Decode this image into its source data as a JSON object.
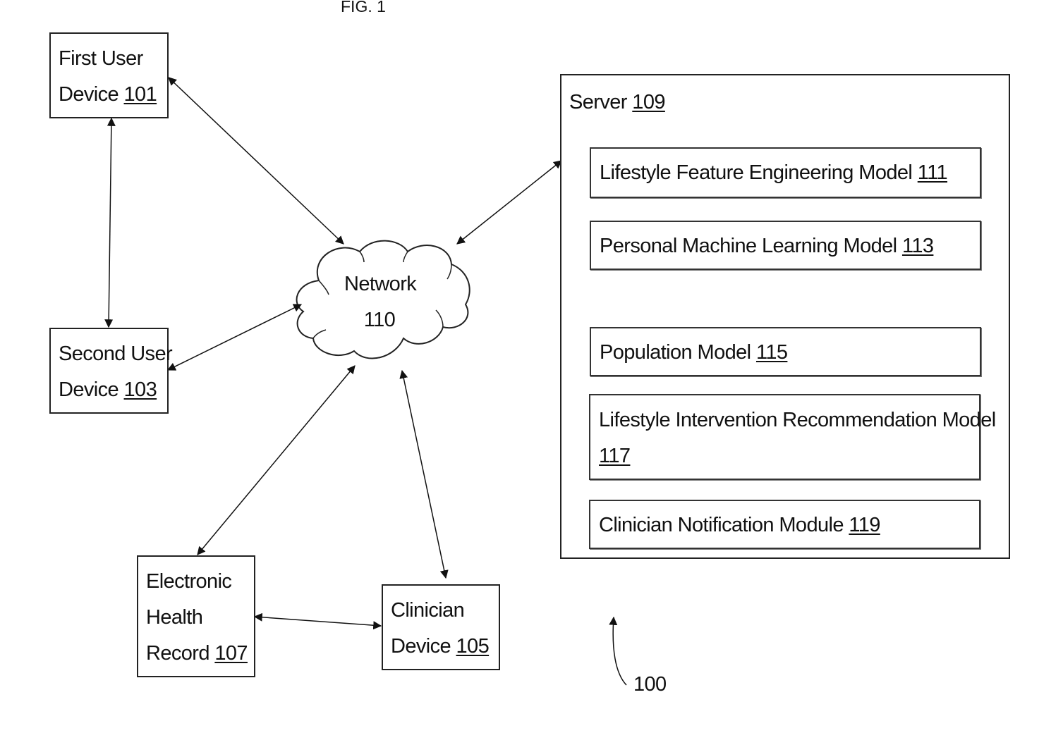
{
  "figure": {
    "caption": "FIG. 1",
    "system_ref": "100"
  },
  "nodes": {
    "first_user": {
      "line1": "First User",
      "line2": "Device",
      "ref": "101"
    },
    "second_user": {
      "line1": "Second User",
      "line2": "Device",
      "ref": "103"
    },
    "network": {
      "line1": "Network",
      "line2": "110"
    },
    "ehr": {
      "line1": "Electronic",
      "line2": "Health",
      "line3": "Record",
      "ref": "107"
    },
    "clinician": {
      "line1": "Clinician",
      "line2": "Device",
      "ref": "105"
    },
    "server": {
      "label": "Server",
      "ref": "109",
      "modules": [
        {
          "label": "Lifestyle Feature Engineering Model",
          "ref": "111"
        },
        {
          "label": "Personal Machine Learning Model",
          "ref": "113"
        },
        {
          "label": "Population Model",
          "ref": "115"
        },
        {
          "label": "Lifestyle Intervention Recommendation Model",
          "ref": "117"
        },
        {
          "label": "Clinician Notification Module",
          "ref": "119"
        }
      ]
    }
  },
  "connections": [
    {
      "from": "First User Device",
      "to": "Network"
    },
    {
      "from": "First User Device",
      "to": "Second User Device"
    },
    {
      "from": "Second User Device",
      "to": "Network"
    },
    {
      "from": "Network",
      "to": "Server"
    },
    {
      "from": "Network",
      "to": "Electronic Health Record"
    },
    {
      "from": "Network",
      "to": "Clinician Device"
    },
    {
      "from": "Electronic Health Record",
      "to": "Clinician Device"
    }
  ]
}
